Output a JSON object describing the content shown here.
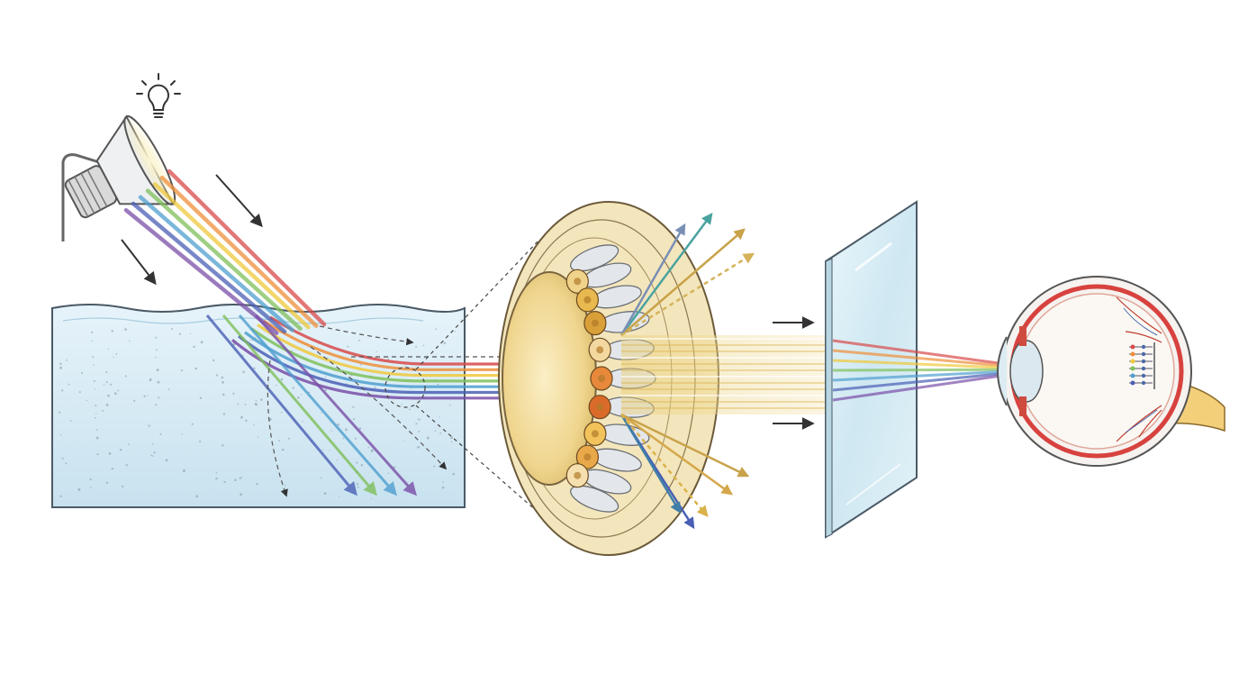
{
  "diagram": {
    "stages": [
      "lamp",
      "water-tank",
      "lens-cross-section",
      "glass-pane",
      "eye"
    ],
    "labels": []
  },
  "colors": {
    "spectrum": [
      "#d94a4a",
      "#ef8f3a",
      "#f0c93c",
      "#7fbf5a",
      "#4f9fd0",
      "#4a5fb5",
      "#7a4fa8"
    ],
    "water_fill": "#dceef7",
    "water_edge": "#4a5a66",
    "lens_fill": "#f1dfa8",
    "lens_edge": "#6b5a3a",
    "glass_fill": "#d6ecf4",
    "eye_sclera": "#f6f2ef",
    "eye_rim": "#d7423f",
    "nerve": "#f1c76a",
    "ink": "#333333"
  },
  "icons": [
    "lightbulb-icon",
    "lamp-icon",
    "arrow-icon",
    "eye-icon"
  ]
}
